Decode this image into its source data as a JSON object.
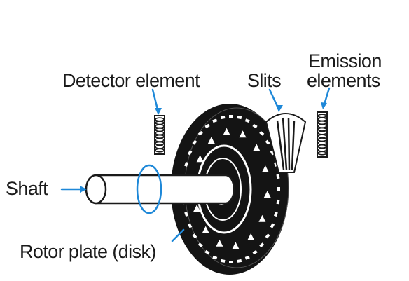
{
  "labels": {
    "detector": "Detector element",
    "slits": "Slits",
    "emission_line1": "Emission",
    "emission_line2": "elements",
    "shaft": "Shaft",
    "rotor": "Rotor plate (disk)"
  },
  "colors": {
    "ink": "#1a1a1a",
    "leader": "#1e88d8",
    "disk": "#141414",
    "paper": "#ffffff"
  }
}
